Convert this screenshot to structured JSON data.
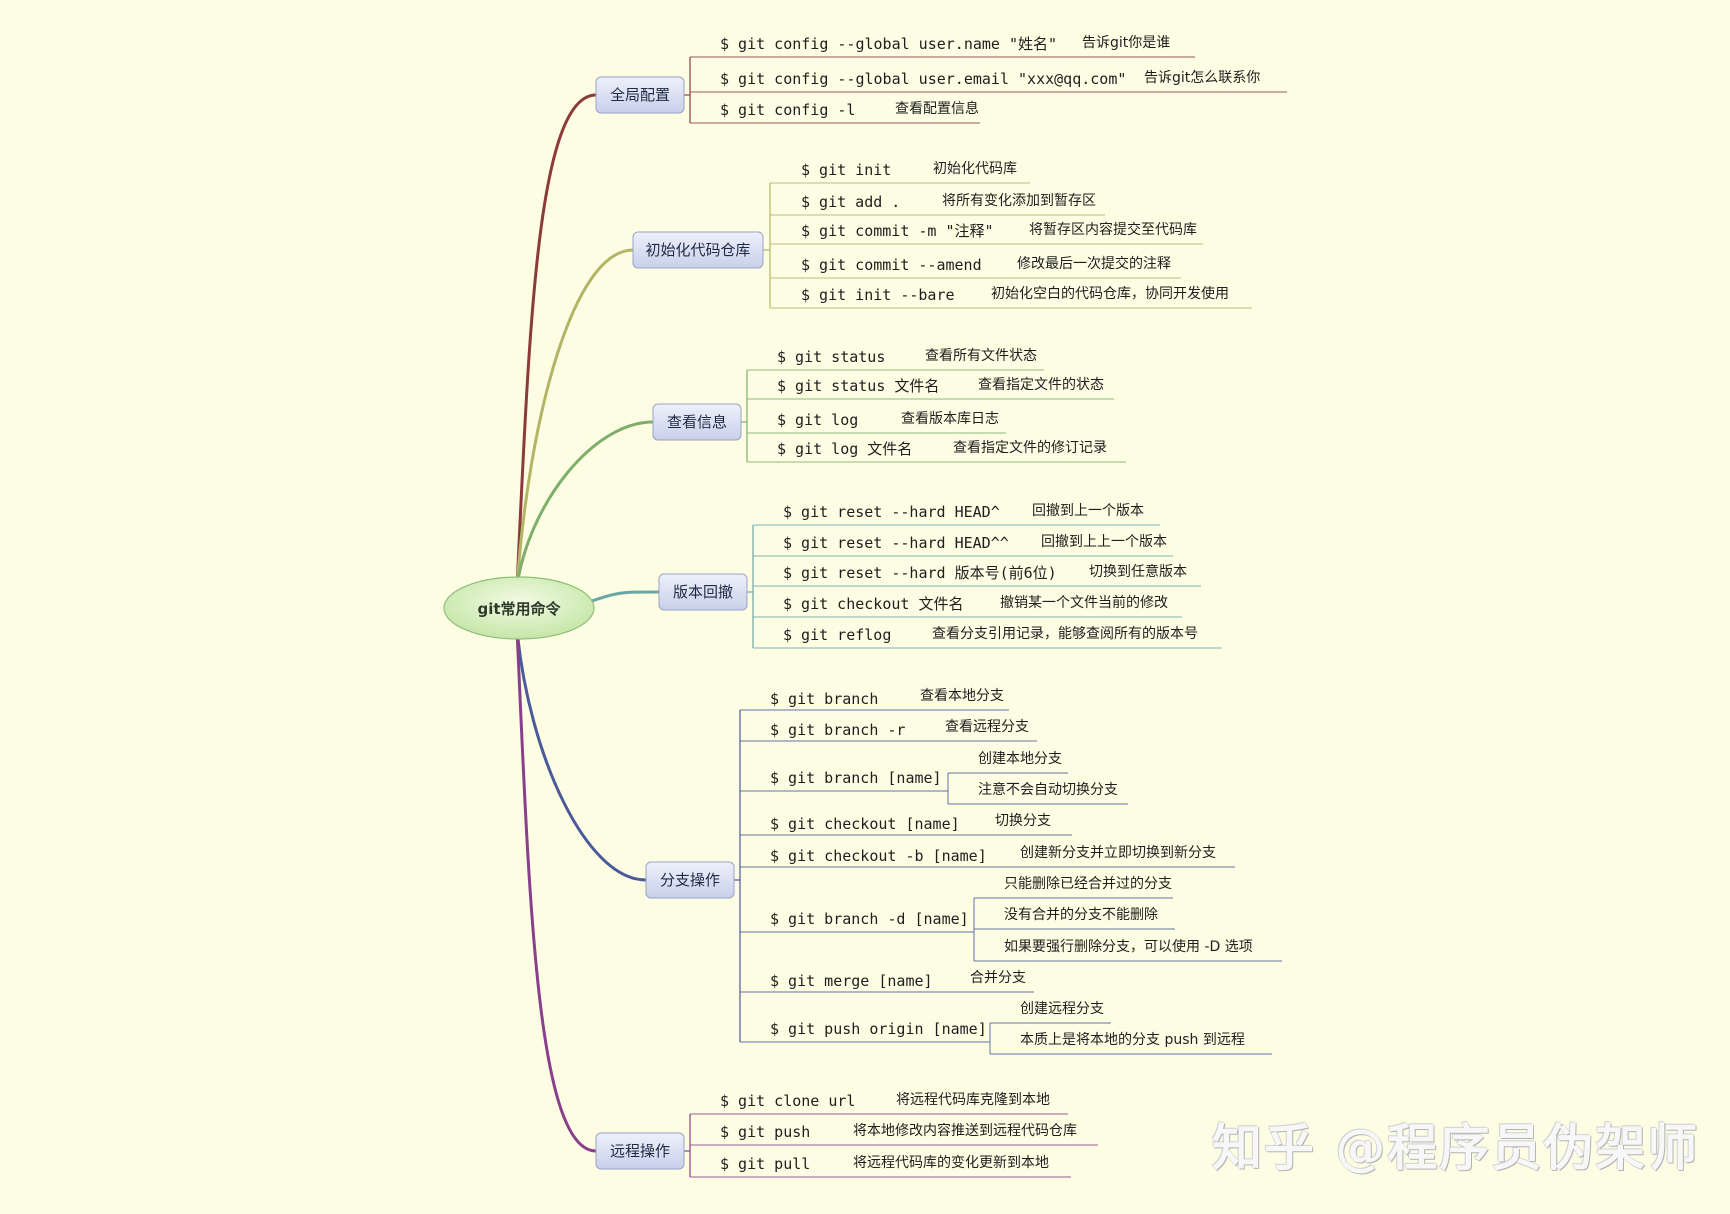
{
  "root": {
    "label": "git常用命令"
  },
  "branches": [
    {
      "label": "全局配置",
      "color": "#8c3b3b",
      "items": [
        {
          "cmd": "$ git config --global user.name \"姓名\"",
          "desc": "告诉git你是谁"
        },
        {
          "cmd": "$ git config --global user.email \"xxx@qq.com\"",
          "desc": "告诉git怎么联系你"
        },
        {
          "cmd": "$ git config -l",
          "desc": "查看配置信息"
        }
      ]
    },
    {
      "label": "初始化代码仓库",
      "color": "#b3b566",
      "items": [
        {
          "cmd": "$ git init",
          "desc": "初始化代码库"
        },
        {
          "cmd": "$ git add .",
          "desc": "将所有变化添加到暂存区"
        },
        {
          "cmd": "$ git commit -m \"注释\"",
          "desc": "将暂存区内容提交至代码库"
        },
        {
          "cmd": "$ git commit --amend",
          "desc": "修改最后一次提交的注释"
        },
        {
          "cmd": "$ git init --bare",
          "desc": "初始化空白的代码仓库，协同开发使用"
        }
      ]
    },
    {
      "label": "查看信息",
      "color": "#7fae6b",
      "items": [
        {
          "cmd": "$ git status",
          "desc": "查看所有文件状态"
        },
        {
          "cmd": "$ git status 文件名",
          "desc": "查看指定文件的状态"
        },
        {
          "cmd": "$ git log",
          "desc": "查看版本库日志"
        },
        {
          "cmd": "$ git log 文件名",
          "desc": "查看指定文件的修订记录"
        }
      ]
    },
    {
      "label": "版本回撤",
      "color": "#6aa6a6",
      "items": [
        {
          "cmd": "$ git reset --hard HEAD^",
          "desc": "回撤到上一个版本"
        },
        {
          "cmd": "$ git reset --hard HEAD^^",
          "desc": "回撤到上上一个版本"
        },
        {
          "cmd": "$ git reset --hard 版本号(前6位)",
          "desc": "切换到任意版本"
        },
        {
          "cmd": "$ git checkout 文件名",
          "desc": "撤销某一个文件当前的修改"
        },
        {
          "cmd": "$ git reflog",
          "desc": "查看分支引用记录，能够查阅所有的版本号"
        }
      ]
    },
    {
      "label": "分支操作",
      "color": "#4a5a9a",
      "items": [
        {
          "cmd": "$ git branch",
          "descs": [
            "查看本地分支"
          ]
        },
        {
          "cmd": "$ git branch -r",
          "descs": [
            "查看远程分支"
          ]
        },
        {
          "cmd": "$ git branch [name]",
          "descs": [
            "创建本地分支",
            "注意不会自动切换分支"
          ]
        },
        {
          "cmd": "$ git checkout [name]",
          "descs": [
            "切换分支"
          ]
        },
        {
          "cmd": "$ git checkout -b [name]",
          "descs": [
            "创建新分支并立即切换到新分支"
          ]
        },
        {
          "cmd": "$ git branch -d [name]",
          "descs": [
            "只能删除已经合并过的分支",
            "没有合并的分支不能删除",
            "如果要强行删除分支，可以使用 -D 选项"
          ]
        },
        {
          "cmd": "$ git merge [name]",
          "descs": [
            "合并分支"
          ]
        },
        {
          "cmd": "$ git push origin [name]",
          "descs": [
            "创建远程分支",
            "本质上是将本地的分支 push 到远程"
          ]
        }
      ]
    },
    {
      "label": "远程操作",
      "color": "#8a3f8a",
      "items": [
        {
          "cmd": "$ git clone url",
          "desc": "将远程代码库克隆到本地"
        },
        {
          "cmd": "$ git push",
          "desc": "将本地修改内容推送到远程代码仓库"
        },
        {
          "cmd": "$ git pull",
          "desc": "将远程代码库的变化更新到本地"
        }
      ]
    }
  ],
  "watermark": "知乎 @程序员伪架师"
}
